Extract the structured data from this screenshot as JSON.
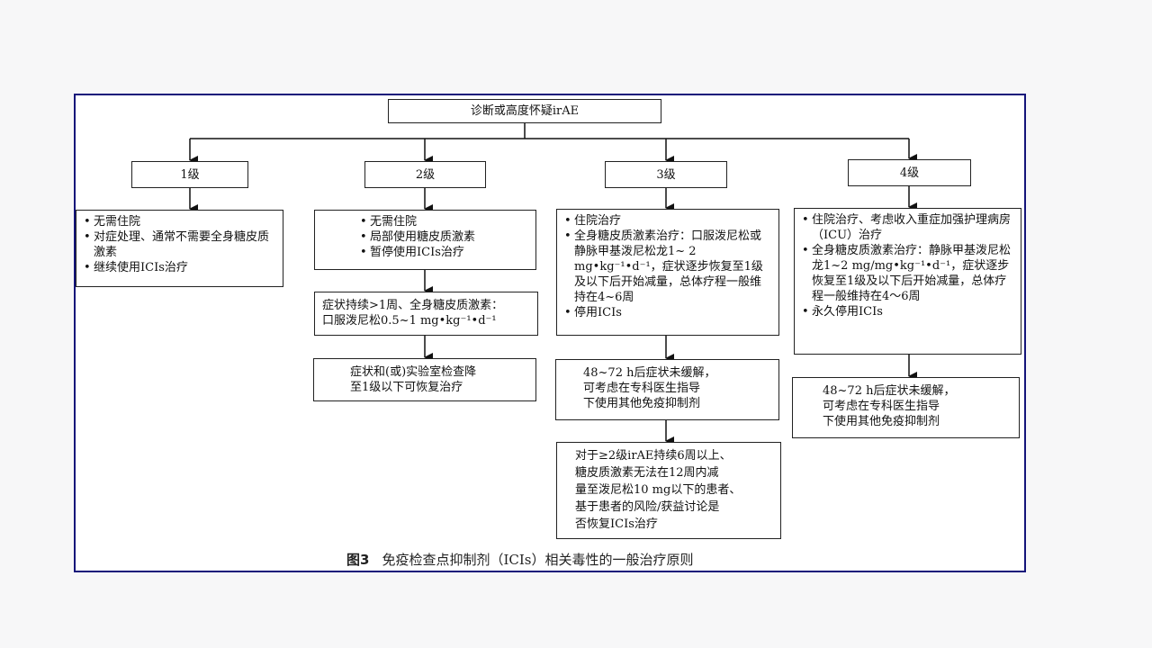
{
  "root": {
    "label": "诊断或高度怀疑irAE"
  },
  "grades": [
    {
      "label": "1级",
      "boxes": [
        {
          "type": "bullets",
          "items": [
            "无需住院",
            "对症处理、通常不需要全身糖皮质激素",
            "继续使用ICIs治疗"
          ]
        }
      ]
    },
    {
      "label": "2级",
      "boxes": [
        {
          "type": "bullets",
          "items": [
            "无需住院",
            "局部使用糖皮质激素",
            "暂停使用ICIs治疗"
          ]
        },
        {
          "type": "text",
          "lines": [
            "症状持续>1周、全身糖皮质激素：",
            "口服泼尼松0.5~1 mg•kg⁻¹•d⁻¹"
          ]
        },
        {
          "type": "text",
          "lines": [
            "症状和(或)实验室检查降",
            "至1级以下可恢复治疗"
          ]
        }
      ]
    },
    {
      "label": "3级",
      "boxes": [
        {
          "type": "bullets",
          "items": [
            "住院治疗",
            "全身糖皮质激素治疗：口服泼尼松或静脉甲基泼尼松龙1~ 2 mg•kg⁻¹•d⁻¹，症状逐步恢复至1级及以下后开始减量，总体疗程一般维持在4~6周",
            "停用ICIs"
          ]
        },
        {
          "type": "text",
          "lines": [
            "48~72 h后症状未缓解，",
            "可考虑在专科医生指导",
            "下使用其他免疫抑制剂"
          ]
        },
        {
          "type": "text",
          "lines": [
            "对于≥2级irAE持续6周以上、",
            "糖皮质激素无法在12周内减",
            "量至泼尼松10 mg以下的患者、",
            "基于患者的风险/获益讨论是",
            "否恢复ICIs治疗"
          ]
        }
      ]
    },
    {
      "label": "4级",
      "boxes": [
        {
          "type": "bullets",
          "items": [
            "住院治疗、考虑收入重症加强护理病房（ICU）治疗",
            "全身糖皮质激素治疗：静脉甲基泼尼松龙1~2 mg/mg•kg⁻¹•d⁻¹，症状逐步恢复至1级及以下后开始减量，总体疗程一般维持在4～6周",
            "永久停用ICIs"
          ]
        },
        {
          "type": "text",
          "lines": [
            "48~72 h后症状未缓解，",
            "可考虑在专科医生指导",
            "下使用其他免疫抑制剂"
          ]
        }
      ]
    }
  ],
  "caption": {
    "figure": "图3",
    "title": "免疫检查点抑制剂（ICIs）相关毒性的一般治疗原则"
  }
}
